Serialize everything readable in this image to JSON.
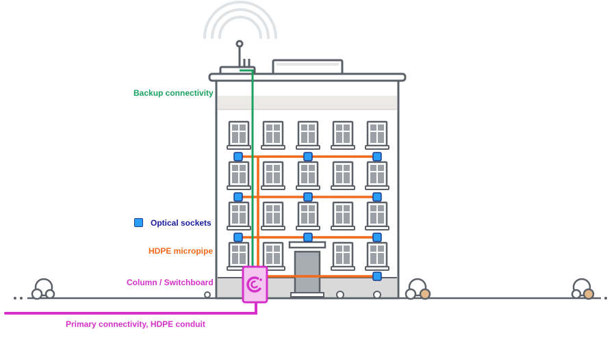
{
  "labels": {
    "backup": "Backup connectivity",
    "sockets": "Optical sockets",
    "micropipe": "HDPE micropipe",
    "column": "Column / Switchboard",
    "primary": "Primary connectivity, HDPE conduit"
  },
  "colors": {
    "backup": "#1aa260",
    "sockets_fill": "#2a9df4",
    "sockets_border": "#1a3a8f",
    "micropipe": "#f26a1b",
    "column": "#d530c8",
    "building_outline": "#5b6068",
    "building_fill": "#ffffff",
    "window_glass": "#8f959c",
    "ground": "#5b6068"
  },
  "icons": {
    "antenna": "antenna-icon",
    "signal": "wireless-signal-icon",
    "switchboard": "switchboard-logo-icon"
  }
}
